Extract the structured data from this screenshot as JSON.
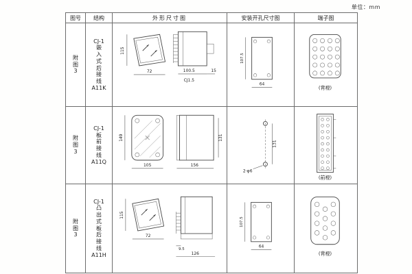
{
  "unit_label": "单位：mm",
  "headers": [
    "图号",
    "结构",
    "外形尺寸图",
    "安装开孔尺寸图",
    "端子图"
  ],
  "rows": [
    {
      "figure_no": "附\n图\n3",
      "structure": "CJ-1\n嵌\n入\n式\n后\n接\n线\nA11K",
      "outline": {
        "h": "115",
        "w": "72",
        "d1": "100.5",
        "d2": "15",
        "note": "CJ1.5"
      },
      "install": {
        "h": "107.5",
        "w": "64"
      },
      "terminal_label": "(背视)"
    },
    {
      "figure_no": "附\n图\n3",
      "structure": "CJ-1\n板\n前\n接\n线\nA11Q",
      "outline": {
        "h": "149",
        "w": "105",
        "d1": "156",
        "d2": "131"
      },
      "install": {
        "h": "131",
        "note": "2-φ6"
      },
      "terminal_label": "(前视)"
    },
    {
      "figure_no": "附\n图\n3",
      "structure": "CJ-1\n凸\n出\n式\n板\n后\n接\n线\nA11H",
      "outline": {
        "h": "115",
        "w": "72",
        "d1": "9.5",
        "d2": "126"
      },
      "install": {
        "h": "107.5",
        "w": "64"
      },
      "terminal_label": "(背视)"
    }
  ]
}
